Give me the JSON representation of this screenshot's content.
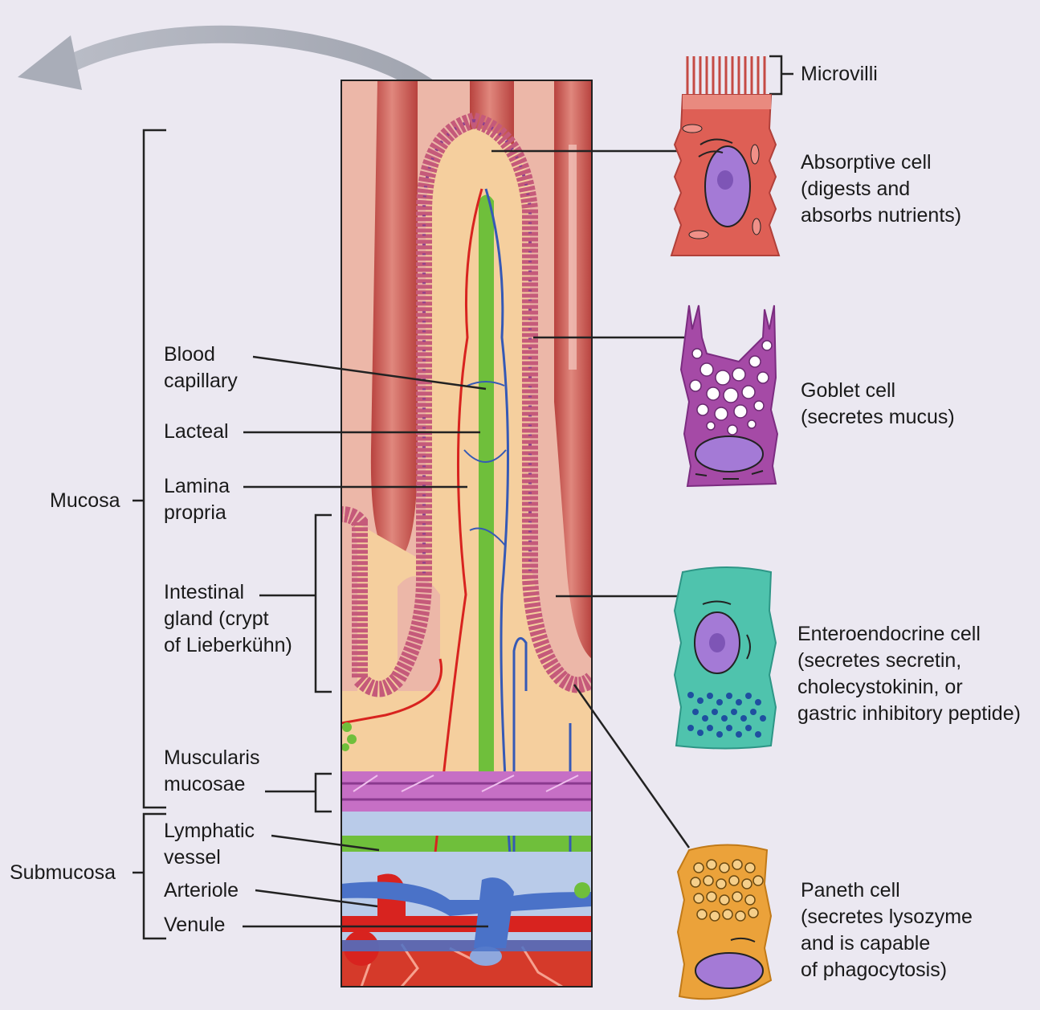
{
  "diagram": {
    "left_labels": {
      "blood_capillary": [
        "Blood",
        "capillary"
      ],
      "lacteal": [
        "Lacteal"
      ],
      "lamina_propria": [
        "Lamina",
        "propria"
      ],
      "intestinal_gland": [
        "Intestinal",
        "gland (crypt",
        "of Lieberkühn)"
      ],
      "muscularis_mucosae": [
        "Muscularis",
        "mucosae"
      ],
      "lymphatic_vessel": [
        "Lymphatic",
        "vessel"
      ],
      "arteriole": [
        "Arteriole"
      ],
      "venule": [
        "Venule"
      ]
    },
    "layers": {
      "mucosa": "Mucosa",
      "submucosa": "Submucosa"
    },
    "cells": {
      "microvilli": "Microvilli",
      "absorptive": [
        "Absorptive cell",
        "(digests and",
        "absorbs nutrients)"
      ],
      "goblet": [
        "Goblet cell",
        "(secretes mucus)"
      ],
      "enteroendocrine": [
        "Enteroendocrine cell",
        "(secretes secretin,",
        "cholecystokinin, or",
        "gastric inhibitory peptide)"
      ],
      "paneth": [
        "Paneth cell",
        "(secretes lysozyme",
        "and is capable",
        "of phagocytosis)"
      ]
    },
    "colors": {
      "background": "#ebe8f1",
      "villus": "#c9564f",
      "lamina_propria": "#f6cf9b",
      "lacteal": "#6fbf3b",
      "arteriole": "#d8231f",
      "venule": "#4a72c8",
      "absorptive_cell": "#de5f55",
      "goblet_cell": "#a54aa6",
      "enteroendocrine_cell": "#4fc3ad",
      "paneth_cell": "#eba23a",
      "nucleus": "#a47ad6"
    }
  }
}
